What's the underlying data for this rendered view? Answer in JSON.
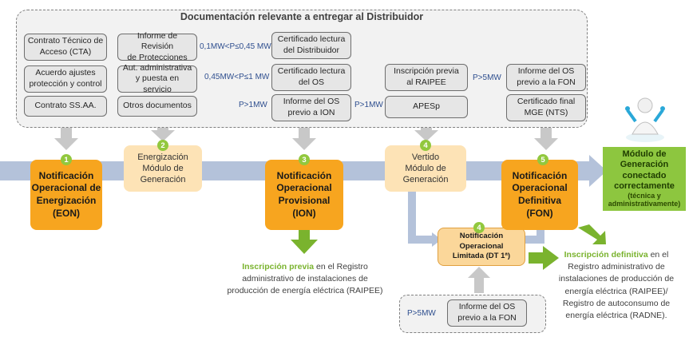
{
  "title": "Documentación relevante a entregar al Distribuidor",
  "documents": {
    "cta": "Contrato Técnico de\nAcceso (CTA)",
    "ajustes": "Acuerdo ajustes\nprotección y control",
    "ssaa": "Contrato SS.AA.",
    "revision": "Informe de Revisión\nde Protecciones",
    "aut": "Aut. administrativa\ny puesta en servicio",
    "otros": "Otros documentos",
    "cert_dist": "Certificado lectura\ndel Distribuidor",
    "cert_os": "Certificado lectura\ndel OS",
    "inf_ion": "Informe del OS\nprevio a ION",
    "raipee": "Inscripción previa\nal RAIPEE",
    "apesp": "APESp",
    "inf_fon": "Informe del OS\nprevio a la FON",
    "mge": "Certificado final\nMGE (NTS)",
    "inf_fon2": "Informe del OS\nprevio a la FON"
  },
  "conditions": {
    "c1": "0,1MW<P≤0,45 MW",
    "c2": "0,45MW<P≤1 MW",
    "c3": "P>1MW",
    "c4": "P>1MW",
    "c5": "P>5MW",
    "c6": "P>5MW"
  },
  "stages": {
    "s1": {
      "num": "1",
      "label": "Notificación\nOperacional de\nEnergización\n(EON)"
    },
    "s2": {
      "num": "2",
      "label": "Energización\nMódulo de\nGeneración"
    },
    "s3": {
      "num": "3",
      "label": "Notificación\nOperacional\nProvisional\n(ION)"
    },
    "s4": {
      "num": "4",
      "label": "Vertido\nMódulo de\nGeneración"
    },
    "s4b": {
      "num": "4",
      "label": "Notificación\nOperacional\nLimitada (DT 1ª)"
    },
    "s5": {
      "num": "5",
      "label": "Notificación\nOperacional\nDefinitiva\n(FON)"
    }
  },
  "final": {
    "title": "Módulo de\nGeneración\nconectado\ncorrectamente",
    "sub": "(técnica y\nadministrativamente)"
  },
  "notes": {
    "previa_bold": "Inscripción previa",
    "previa_rest": " en el Registro administrativo de instalaciones de producción de energía eléctrica (RAIPEE)",
    "def_bold": "Inscripción definitiva",
    "def_rest": " en el Registro administrativo de instalaciones de producción de energía eléctrica (RAIPEE)/ Registro de autoconsumo de energía eléctrica (RADNE)."
  },
  "colors": {
    "flow": "#b4c2da",
    "arrow_gray": "#c8c8c8",
    "green": "#7ab32e",
    "orange": "#f7a51f"
  }
}
